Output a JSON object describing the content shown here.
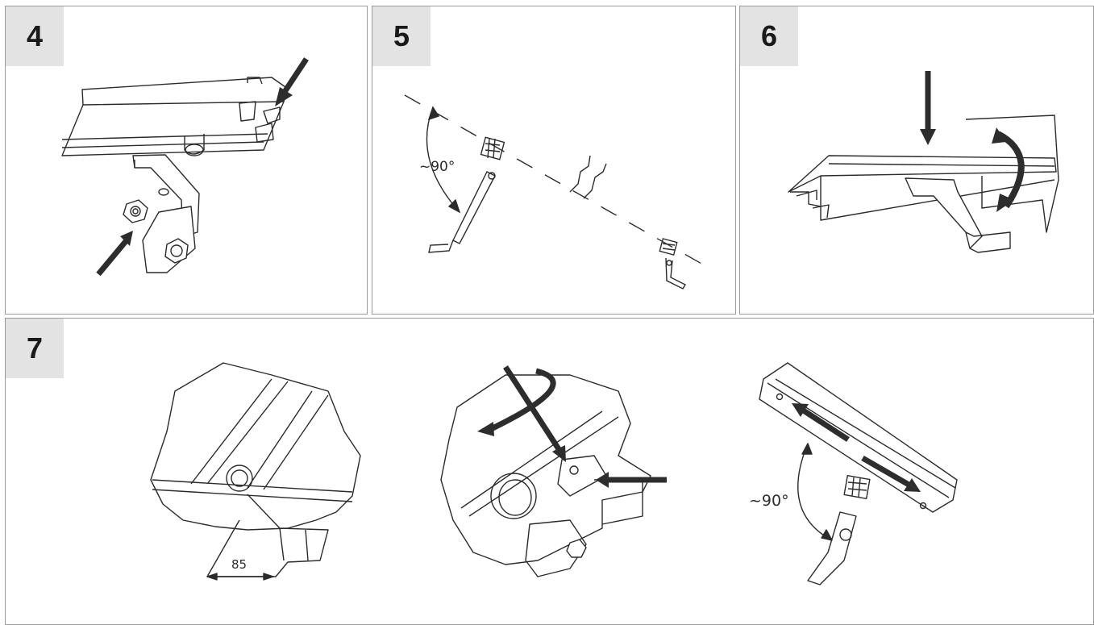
{
  "steps": [
    {
      "number": "4"
    },
    {
      "number": "5",
      "angle_label": "~90°"
    },
    {
      "number": "6"
    },
    {
      "number": "7",
      "dimension_label": "85",
      "angle_label": "~90°"
    }
  ],
  "colors": {
    "line": "#2b2b2b",
    "arrow": "#2d2d2d",
    "step_bg": "#e3e3e3",
    "border": "#9a9a9a"
  }
}
